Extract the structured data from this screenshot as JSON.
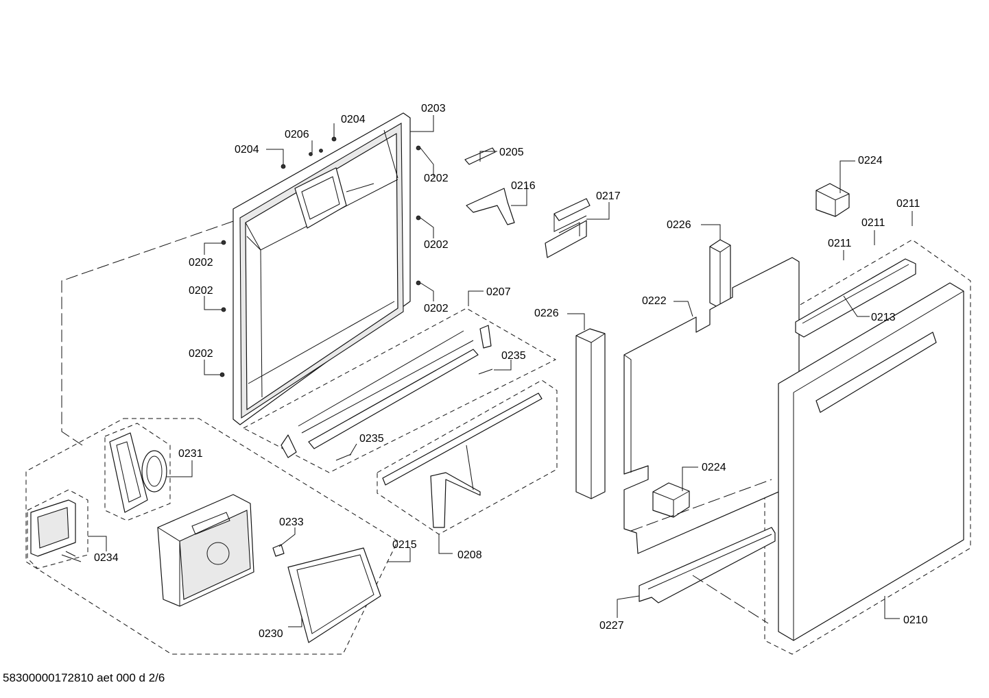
{
  "labels": {
    "p0203": "0203",
    "p0204_top": "0204",
    "p0206": "0206",
    "p0204_left": "0204",
    "p0205": "0205",
    "p0202_r1": "0202",
    "p0216": "0216",
    "p0202_r2": "0202",
    "p0202_l1": "0202",
    "p0202_l2": "0202",
    "p0202_r3": "0202",
    "p0207": "0207",
    "p0202_l3": "0202",
    "p0235_right": "0235",
    "p0235_mid": "0235",
    "p0231": "0231",
    "p0233": "0233",
    "p0234": "0234",
    "p0215": "0215",
    "p0208": "0208",
    "p0230": "0230",
    "p0217": "0217",
    "p0226_top": "0226",
    "p0226_left": "0226",
    "p0222": "0222",
    "p0224_top": "0224",
    "p0211_a": "0211",
    "p0211_b": "0211",
    "p0211_c": "0211",
    "p0213": "0213",
    "p0224_mid": "0224",
    "p0227": "0227",
    "p0210": "0210"
  },
  "footer": "58300000172810 aet 000 d 2/6"
}
